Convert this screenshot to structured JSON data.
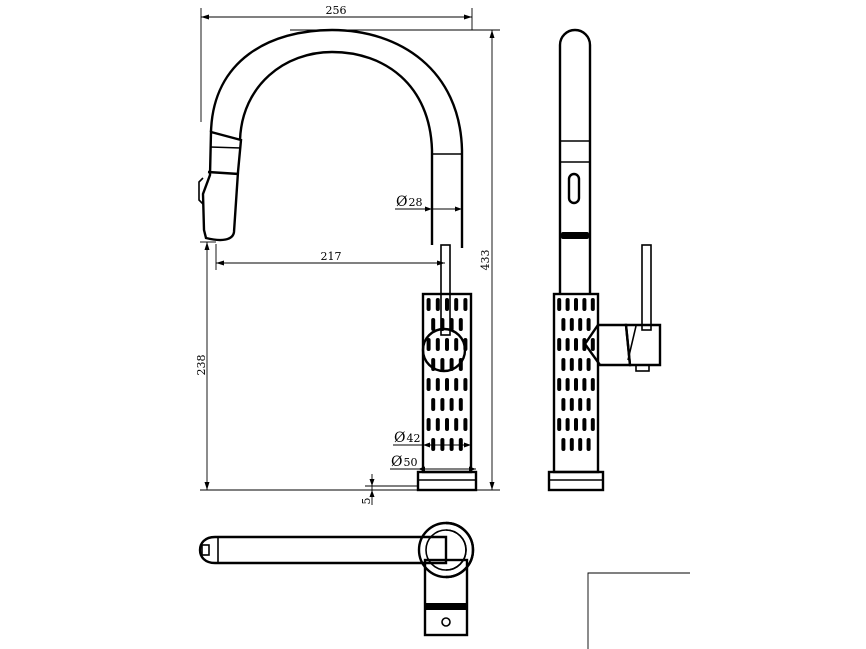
{
  "dimensions": {
    "total_width": "256",
    "total_height": "433",
    "spout_reach": "217",
    "spout_height": "238",
    "spout_diameter": "28",
    "handle_diameter": "42",
    "base_diameter": "50",
    "deck_thickness": "5"
  },
  "symbols": {
    "diameter": "Ø"
  },
  "views": [
    "front-elevation",
    "side-elevation",
    "top-plan"
  ]
}
